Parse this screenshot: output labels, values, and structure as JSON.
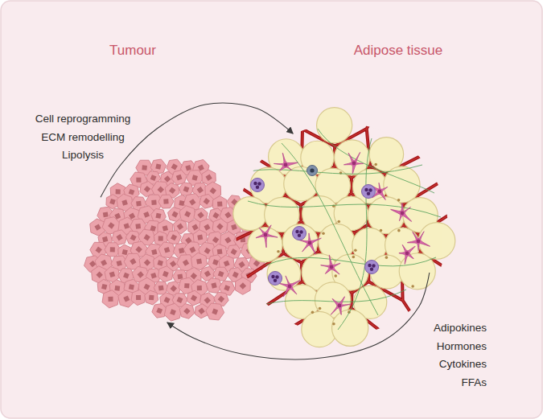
{
  "diagram": {
    "nodes": [
      {
        "text": [
          "Tumour"
        ]
      },
      {
        "text": [
          "Adipose tissue"
        ]
      }
    ],
    "edges": [
      {
        "from": 0,
        "to": 1,
        "arrow": "to",
        "label": "Cell reprogramming ECM remodelling Lipolysis"
      },
      {
        "from": 1,
        "to": 0,
        "arrow": "to",
        "label": "Adipokines Hormones Cytokines FFAs"
      }
    ]
  }
}
